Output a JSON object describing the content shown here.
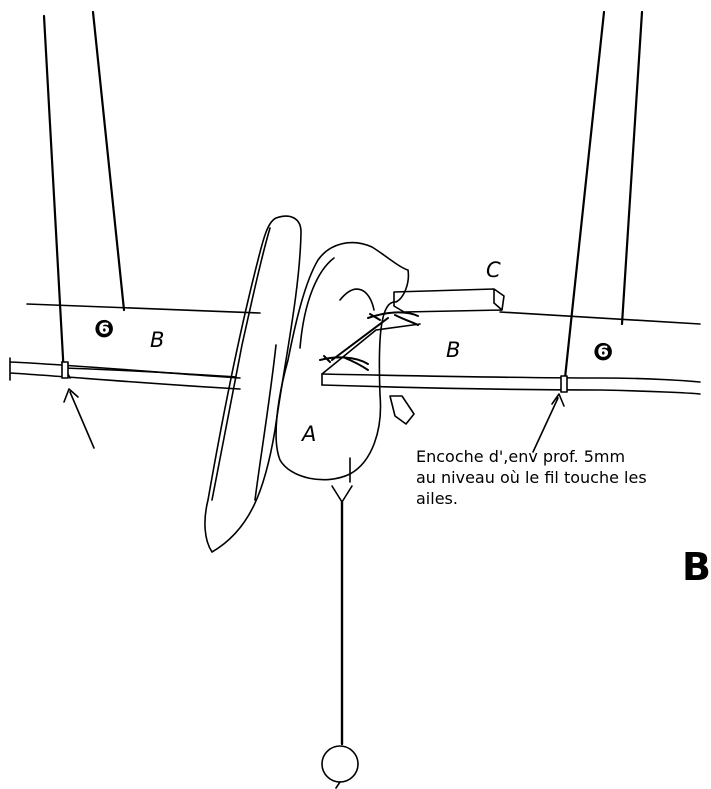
{
  "labels": {
    "part_a": "A",
    "part_b": "B",
    "part_c": "C",
    "step_number": "❻"
  },
  "note": {
    "line1": "Encoche d',env prof. 5mm",
    "line2": "au niveau où le fil touche les",
    "line3": "ailes."
  },
  "corner_letter": "B",
  "colors": {
    "ink": "#000000",
    "paper": "#ffffff"
  }
}
